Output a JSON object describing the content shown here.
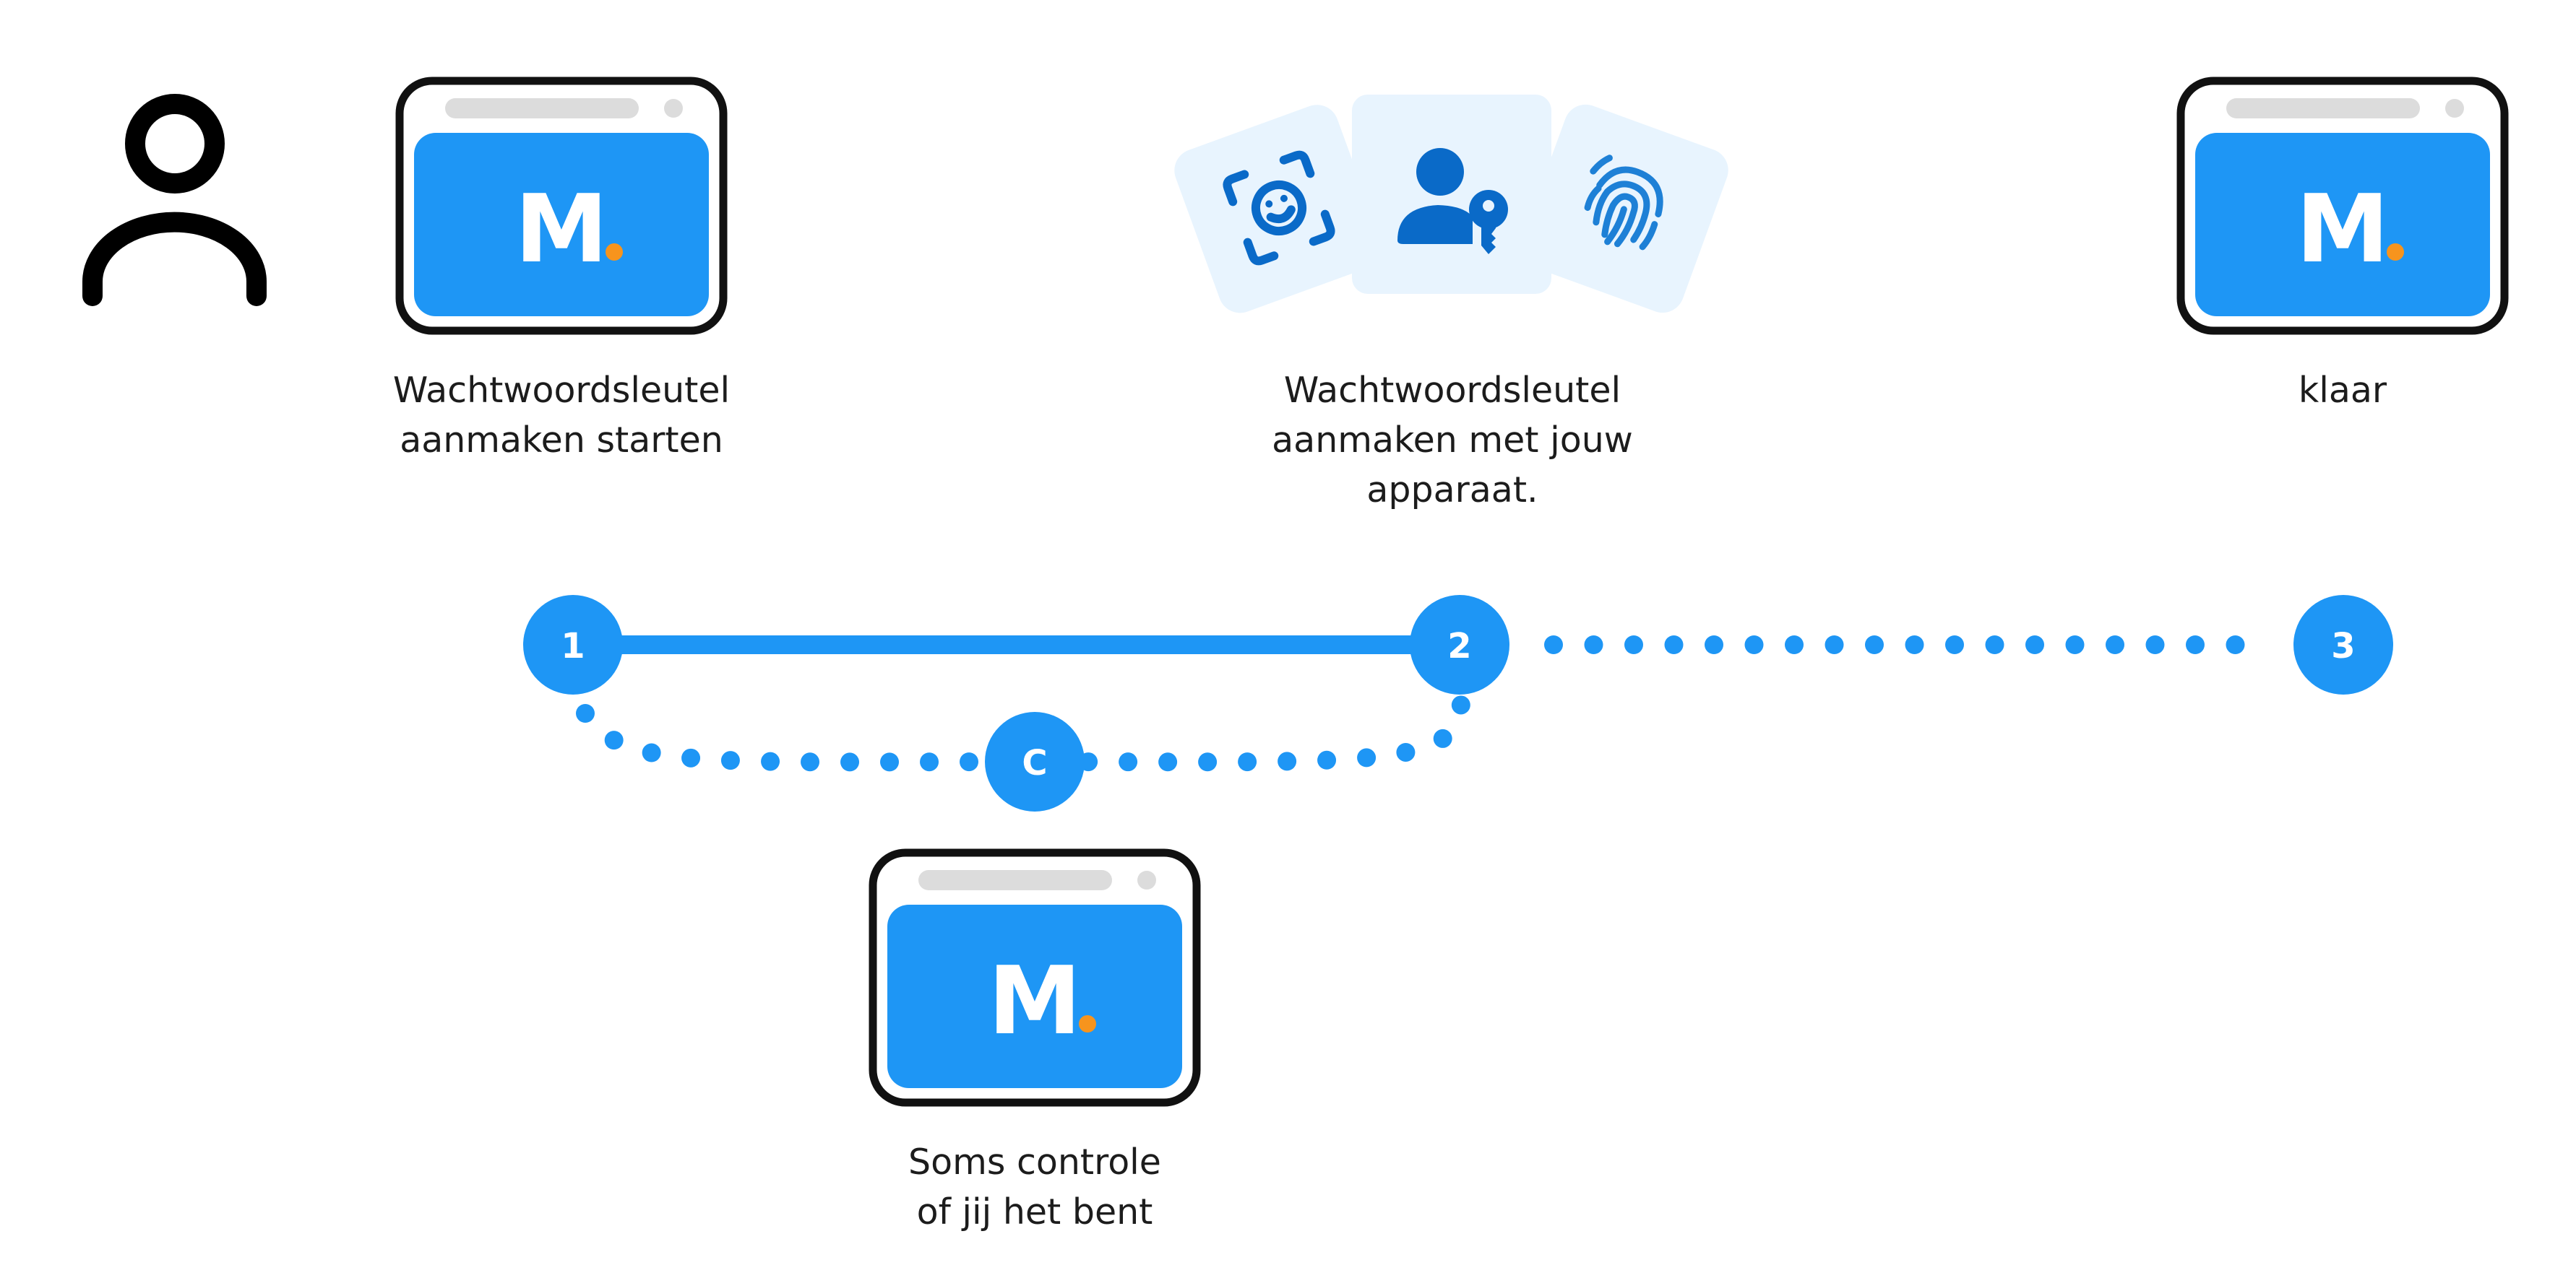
{
  "diagram": {
    "title": "Wachtwoordsleutel aanmaken",
    "colors": {
      "accent": "#1e96f5",
      "accent_dark": "#0a6ac8",
      "accent_light": "#e8f4fe",
      "dot_orange": "#f7941d",
      "frame": "#111111",
      "bar": "#dcdcdc",
      "text": "#1c1c1c",
      "user_icon": "#000000"
    },
    "icons": {
      "user": "user-icon",
      "app_logo": "m-logo",
      "face_id": "face-id-icon",
      "user_key": "user-key-icon",
      "fingerprint": "fingerprint-icon"
    },
    "app_logo_text": "M",
    "steps": [
      {
        "id": "step-1",
        "badge": "1",
        "caption_lines": [
          "Wachtwoordsleutel",
          "aanmaken starten"
        ]
      },
      {
        "id": "step-2",
        "badge": "2",
        "caption_lines": [
          "Wachtwoordsleutel",
          "aanmaken met jouw",
          "apparaat."
        ]
      },
      {
        "id": "step-3",
        "badge": "3",
        "caption_lines": [
          "klaar"
        ]
      },
      {
        "id": "step-c",
        "badge": "C",
        "caption_lines": [
          "Soms controle",
          "of jij het bent"
        ]
      }
    ]
  }
}
